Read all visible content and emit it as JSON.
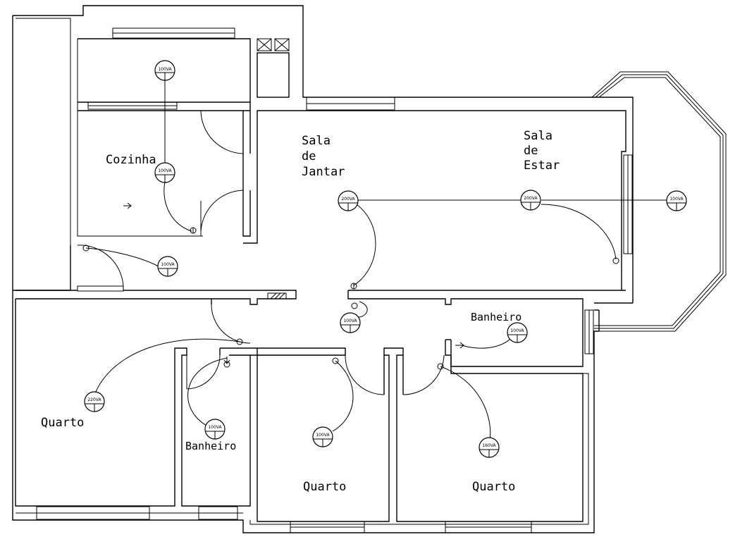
{
  "rooms": {
    "cozinha": "Cozinha",
    "sala_jantar": [
      "Sala",
      "de",
      "Jantar"
    ],
    "sala_estar": [
      "Sala",
      "de",
      "Estar"
    ],
    "banheiro_top": "Banheiro",
    "quarto_left": "Quarto",
    "banheiro_bottom": "Banheiro",
    "quarto_mid": "Quarto",
    "quarto_right": "Quarto"
  },
  "fixtures": {
    "lavanderia": "100VA",
    "cozinha": "100VA",
    "area_servico": "100VA",
    "sala_jantar": "200VA",
    "sala_estar": "200VA",
    "varanda": "100VA",
    "hall": "100VA",
    "banheiro_top": "100VA",
    "quarto_left": "220VA",
    "banheiro_bottom": "100VA",
    "quarto_mid": "100VA",
    "quarto_right": "160VA"
  }
}
